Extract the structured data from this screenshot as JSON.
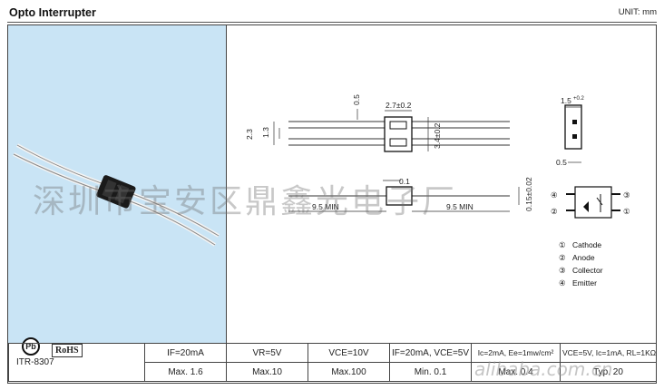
{
  "header": {
    "title": "Opto Interrupter",
    "unit": "UNIT: mm"
  },
  "badges": {
    "pb": "Pb",
    "rohs": "RoHS"
  },
  "dimensions": {
    "pitch": "0.5",
    "body_width": "2.7±0.2",
    "overall_height": "2.3",
    "slot_height": "1.3",
    "body_height": "3.4±0.2",
    "side_width": "1.5",
    "side_width_tol": "+0.2",
    "side_gap": "0.5",
    "lead_thickness": "0.1",
    "lead_min_left": "9.5 MIN",
    "lead_min_right": "9.5 MIN",
    "lead_width": "0.15±0.02"
  },
  "pins": {
    "labels": [
      "①",
      "②",
      "③",
      "④"
    ],
    "legend": [
      {
        "num": "①",
        "name": "Cathode"
      },
      {
        "num": "②",
        "name": "Anode"
      },
      {
        "num": "③",
        "name": "Collector"
      },
      {
        "num": "④",
        "name": "Emitter"
      }
    ]
  },
  "spec_table": {
    "model": "ITR-8307",
    "conditions": [
      "IF=20mA",
      "VR=5V",
      "VCE=10V",
      "IF=20mA, VCE=5V",
      "Ic=2mA, Ee=1mw/cm²",
      "VCE=5V, Ic=1mA, RL=1KΩ"
    ],
    "values": [
      "Max. 1.6",
      "Max.10",
      "Max.100",
      "Min. 0.1",
      "Max. 0.4",
      "Typ. 20"
    ]
  },
  "watermarks": {
    "cn": "深圳市宝安区鼎鑫光电子厂",
    "alibaba": "alibaba.com.cn"
  },
  "colors": {
    "photo_bg": "#c9e4f5",
    "line": "#444444"
  }
}
